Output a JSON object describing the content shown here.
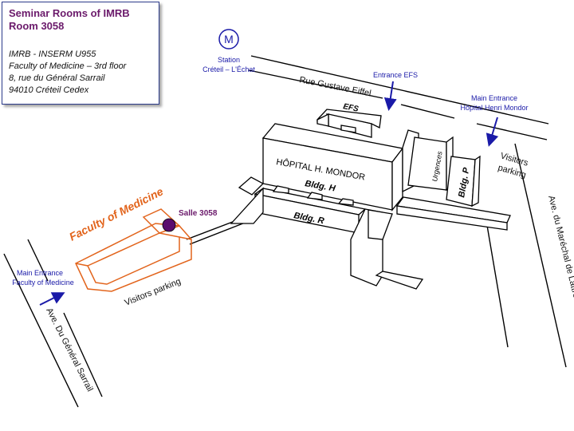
{
  "info_box": {
    "title_line1": "Seminar Rooms of IMRB",
    "title_line2": "Room 3058",
    "address": [
      "IMRB - INSERM U955",
      "Faculty of Medicine – 3rd floor",
      "8, rue du Général Sarrail",
      "94010 Créteil Cedex"
    ]
  },
  "metro": {
    "symbol": "M",
    "station_line1": "Station",
    "station_line2": "Créteil – L'Échat"
  },
  "streets": {
    "rue_gustave_eiffel": "Rue Gustave Eiffel",
    "ave_general_sarrail": "Ave. Du Général Sarrail",
    "ave_lattre": "Ave. du Maréchal de Lattre de Tassigny"
  },
  "entrances": {
    "efs": "Entrance EFS",
    "hopital_line1": "Main Entrance",
    "hopital_line2": "Hôpital Henri Mondor",
    "faculty_line1": "Main Entrance",
    "faculty_line2": "Faculty of Medicine"
  },
  "buildings": {
    "efs": "EFS",
    "hopital": "HÔPITAL H. MONDOR",
    "bldg_h": "Bldg. H",
    "bldg_r": "Bldg. R",
    "urgences": "Urgences",
    "bldg_p": "Bldg. P",
    "faculty": "Faculty of Medicine"
  },
  "salle": "Salle 3058",
  "parking": {
    "visitors_left": "Visitors parking",
    "visitors_right_line1": "Visitors",
    "visitors_right_line2": "parking"
  },
  "colors": {
    "accent_blue": "#1a1aa8",
    "faculty_orange": "#e2641c",
    "title_purple": "#6b1a6b",
    "room_marker": "#5a0d6e"
  }
}
